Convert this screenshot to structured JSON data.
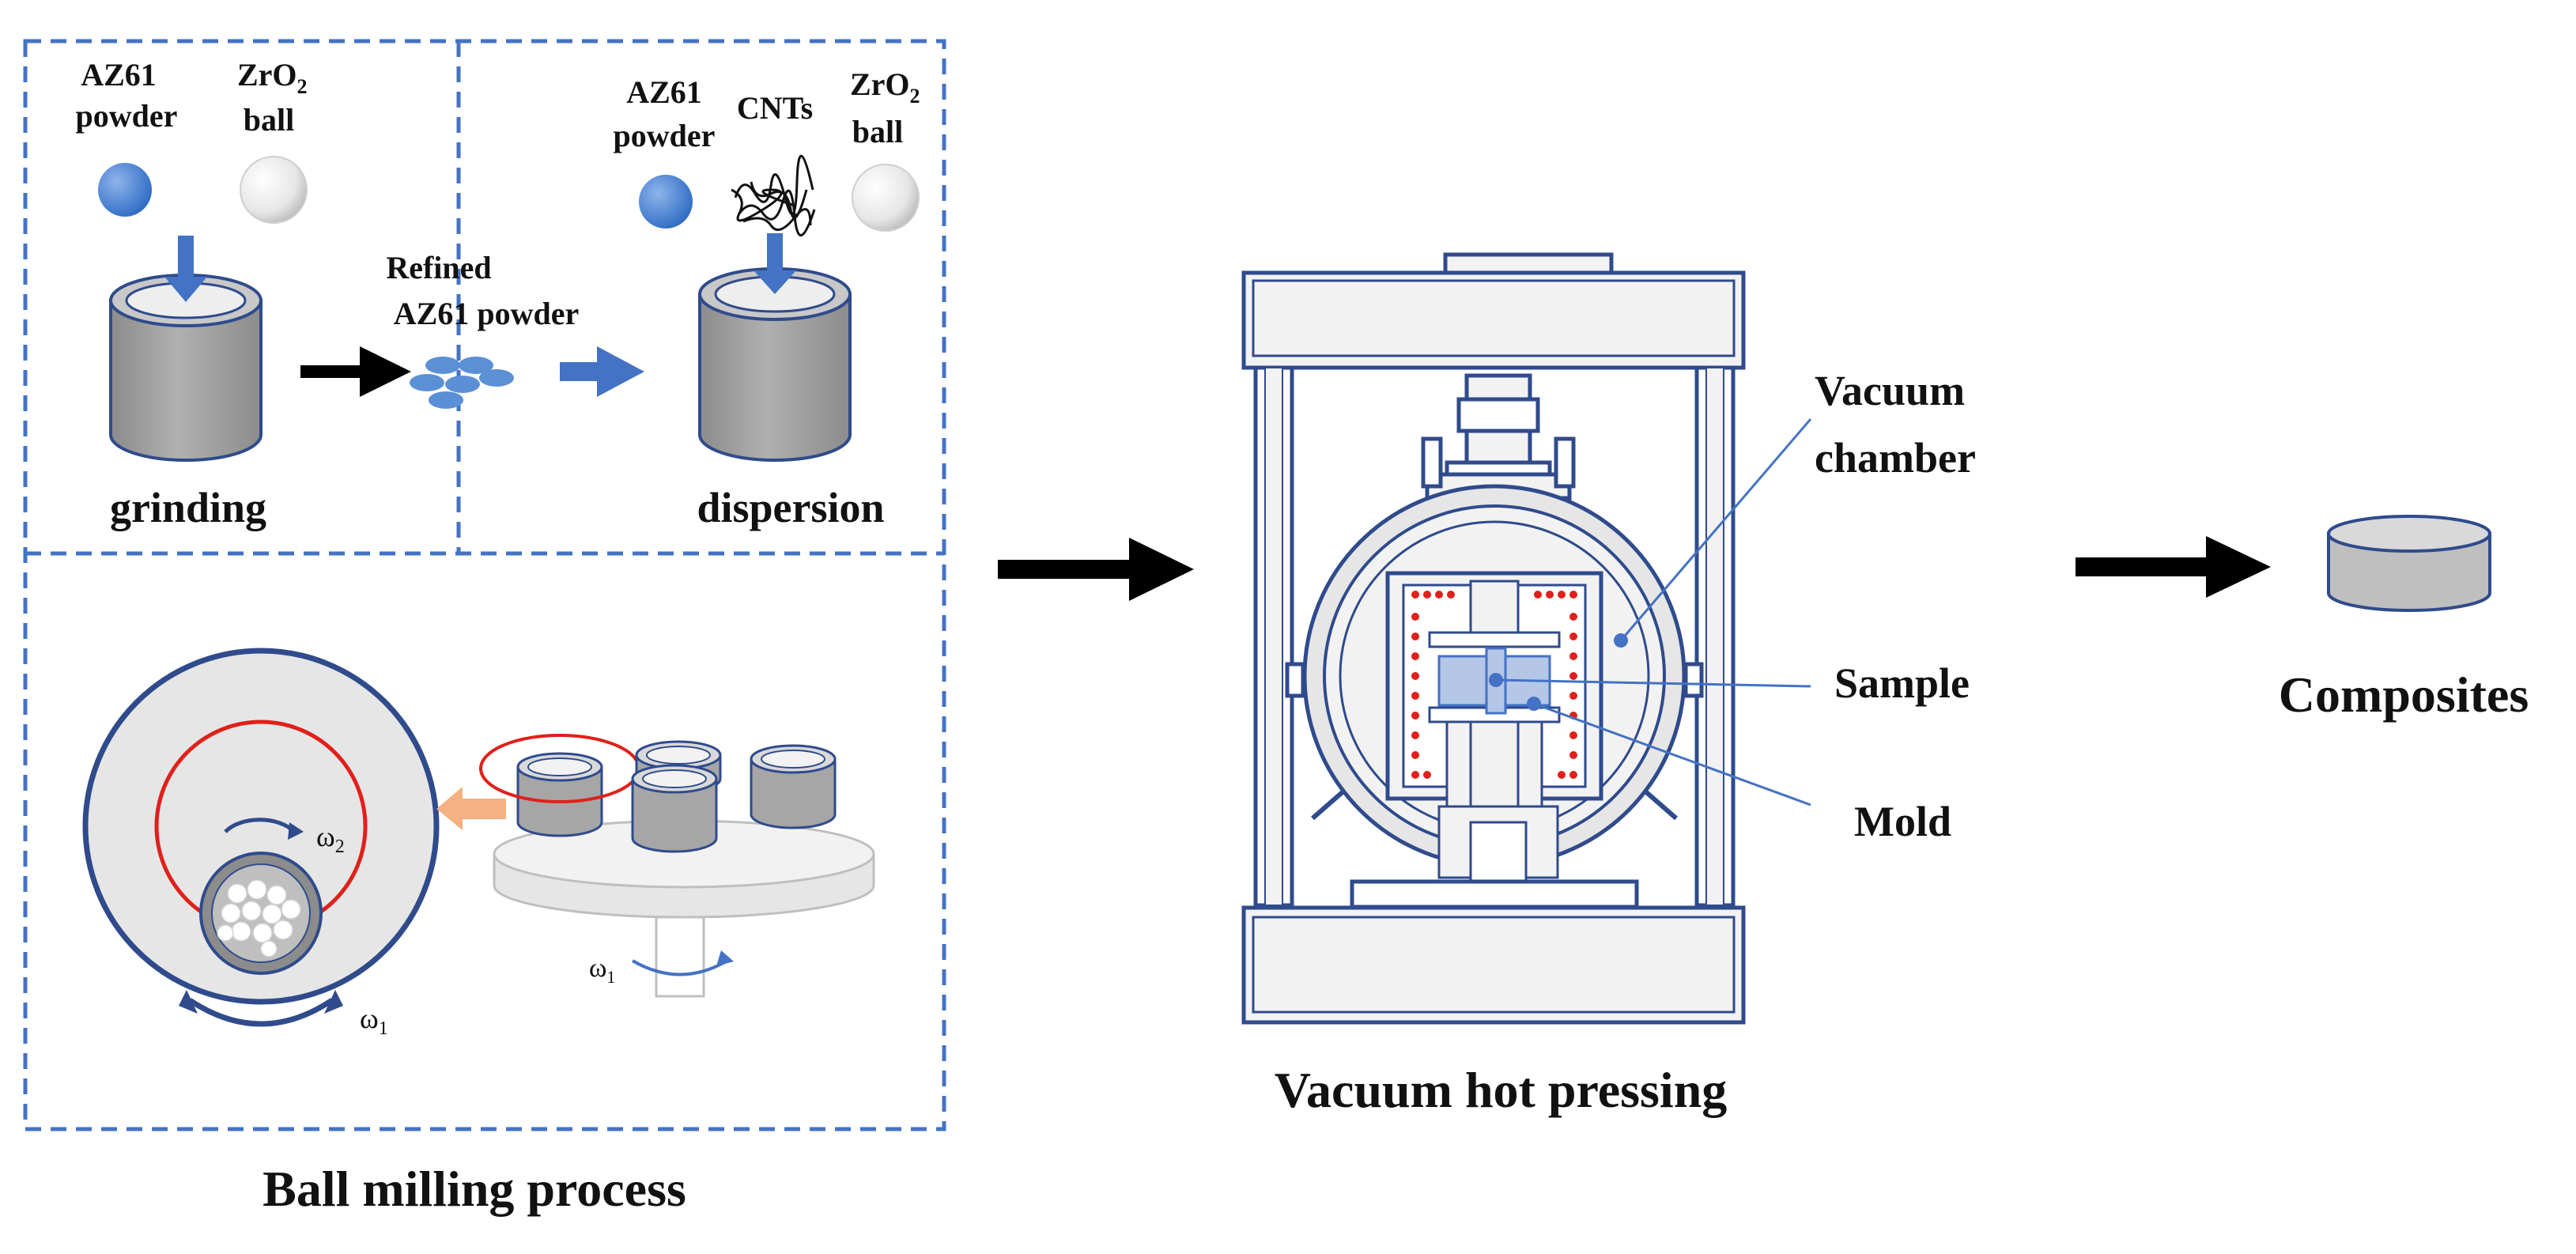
{
  "ball_milling": {
    "grinding": {
      "powder_label_line1": "AZ61",
      "powder_label_line2": "powder",
      "ball_label_line1": "ZrO",
      "ball_label_sub": "2",
      "ball_label_line2": "ball",
      "step_label": "grinding"
    },
    "refined_label_line1": "Refined",
    "refined_label_line2": "AZ61 powder",
    "dispersion": {
      "powder_label_line1": "AZ61",
      "powder_label_line2": "powder",
      "cnt_label": "CNTs",
      "ball_label_line1": "ZrO",
      "ball_label_sub": "2",
      "ball_label_line2": "ball",
      "step_label": "dispersion"
    },
    "planetary": {
      "omega2": "ω",
      "omega2_sub": "2",
      "omega1_jar": "ω",
      "omega1_jar_sub": "1",
      "omega1_disk": "ω",
      "omega1_disk_sub": "1"
    },
    "caption": "Ball milling process"
  },
  "vacuum_hot_pressing": {
    "caption": "Vacuum hot pressing",
    "callout_chamber_line1": "Vacuum",
    "callout_chamber_line2": "chamber",
    "callout_sample": "Sample",
    "callout_mold": "Mold"
  },
  "composites": {
    "caption": "Composites"
  },
  "colors": {
    "frame_blue": "#4472c4",
    "outline_navy": "#2f4b8c",
    "jar_gray": "#a6a6a6",
    "heater_red": "#e0201b",
    "arrow_black": "#000000",
    "arrow_blue": "#4472c4"
  }
}
